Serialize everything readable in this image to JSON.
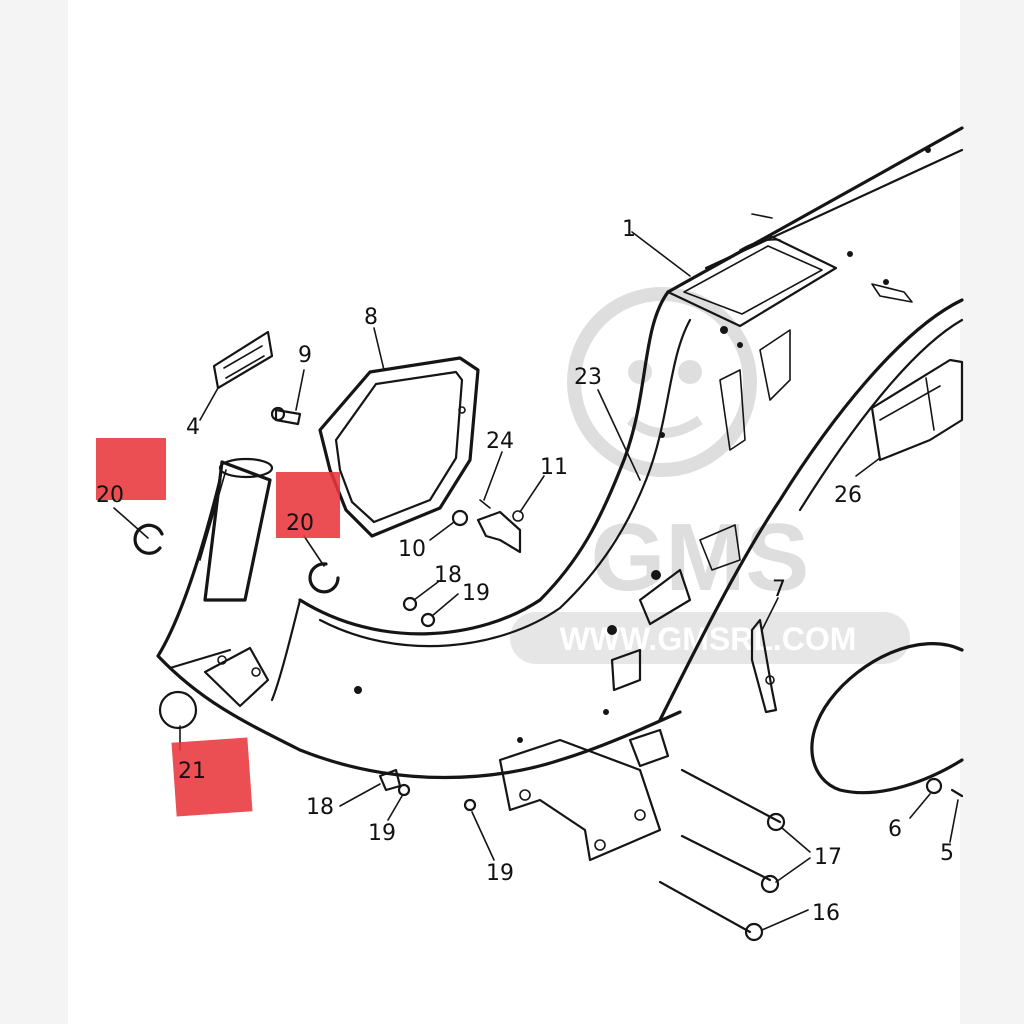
{
  "watermark": {
    "logo_text": "GMS",
    "url_text": "WWW.GMSRL.COM"
  },
  "callouts": {
    "c1": "1",
    "c4": "4",
    "c5": "5",
    "c6": "6",
    "c7": "7",
    "c8": "8",
    "c9": "9",
    "c10": "10",
    "c11": "11",
    "c16": "16",
    "c17": "17",
    "c18a": "18",
    "c18b": "18",
    "c19a": "19",
    "c19b": "19",
    "c19c": "19",
    "c20a": "20",
    "c20b": "20",
    "c21": "21",
    "c23": "23",
    "c24": "24",
    "c26": "26"
  },
  "colors": {
    "highlight": "#e8363b",
    "line": "#151515",
    "watermark": "#d9d9d9"
  }
}
